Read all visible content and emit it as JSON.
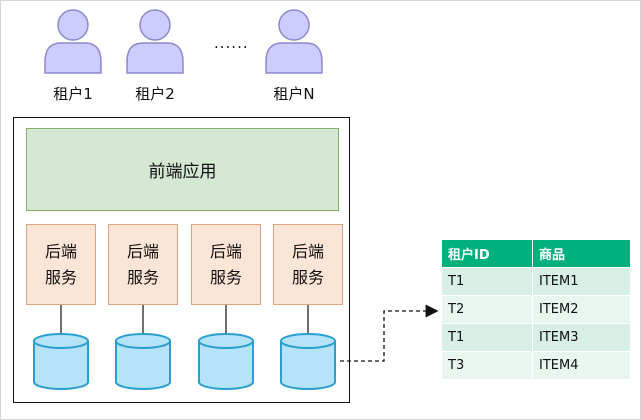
{
  "tenants": [
    {
      "label": "租户1"
    },
    {
      "label": "租户2"
    },
    {
      "label": "租户N"
    }
  ],
  "ellipsis": "......",
  "frontend_label": "前端应用",
  "backend_services": [
    {
      "line1": "后端",
      "line2": "服务"
    },
    {
      "line1": "后端",
      "line2": "服务"
    },
    {
      "line1": "后端",
      "line2": "服务"
    },
    {
      "line1": "后端",
      "line2": "服务"
    }
  ],
  "table": {
    "headers": [
      "租户ID",
      "商品"
    ],
    "rows": [
      [
        "T1",
        "ITEM1"
      ],
      [
        "T2",
        "ITEM2"
      ],
      [
        "T1",
        "ITEM3"
      ],
      [
        "T3",
        "ITEM4"
      ]
    ]
  },
  "colors": {
    "person_fill": "#ccccff",
    "person_stroke": "#8a8acc",
    "frontend_fill": "#d5e8d4",
    "backend_fill": "#fbe5d6",
    "db_fill": "#b5e3f7",
    "db_stroke": "#2a9fd0",
    "table_header": "#00b07d",
    "table_row": "#d7efe4"
  }
}
